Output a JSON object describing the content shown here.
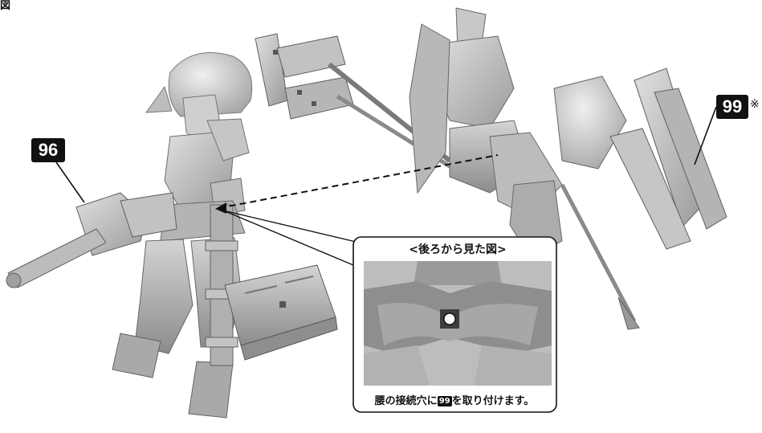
{
  "top_left_partial_text": "図",
  "parts": {
    "left": {
      "number": "96"
    },
    "right": {
      "number": "99",
      "note_mark": "※"
    }
  },
  "callout": {
    "title": "<後ろから見た図>",
    "caption_before": "腰の接続穴に",
    "caption_part": "99",
    "caption_after": "を取り付けます。"
  }
}
